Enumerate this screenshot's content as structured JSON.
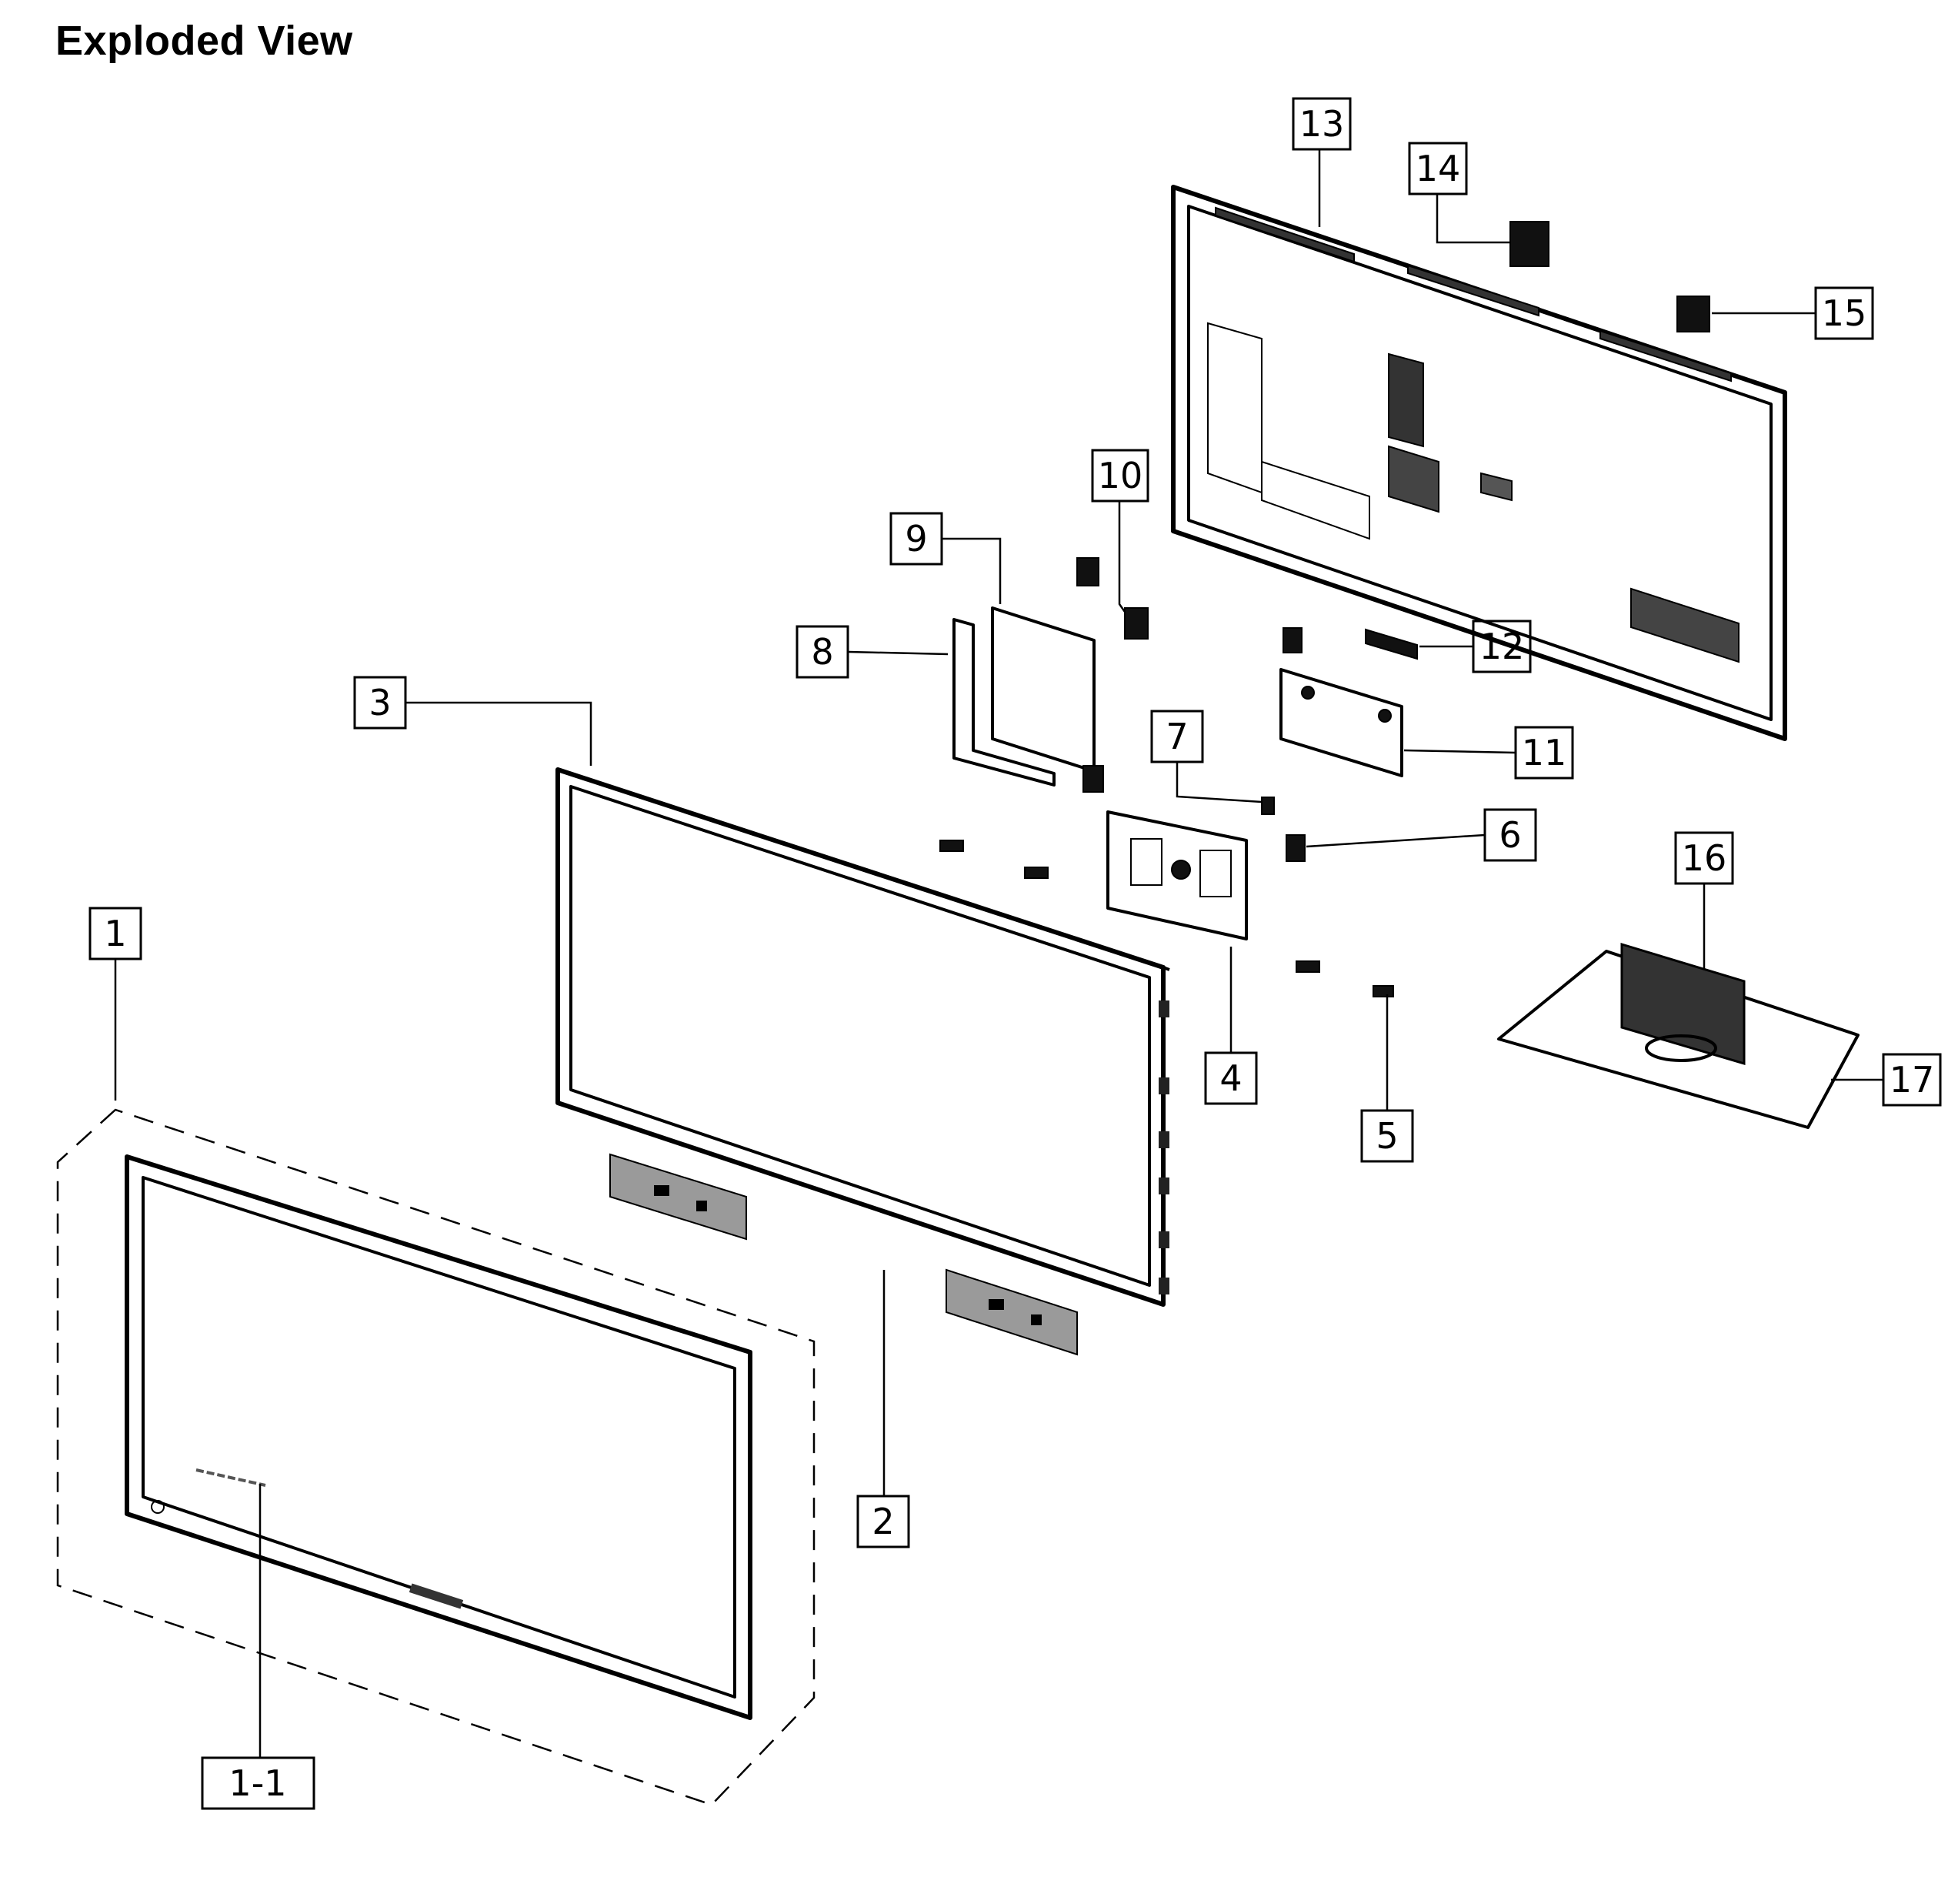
{
  "header": {
    "title": "Exploded View"
  },
  "callouts": [
    {
      "id": "c1",
      "label": "1"
    },
    {
      "id": "c1-1",
      "label": "1-1"
    },
    {
      "id": "c2",
      "label": "2"
    },
    {
      "id": "c3",
      "label": "3"
    },
    {
      "id": "c4",
      "label": "4"
    },
    {
      "id": "c5",
      "label": "5"
    },
    {
      "id": "c6",
      "label": "6"
    },
    {
      "id": "c7",
      "label": "7"
    },
    {
      "id": "c8",
      "label": "8"
    },
    {
      "id": "c9",
      "label": "9"
    },
    {
      "id": "c10",
      "label": "10"
    },
    {
      "id": "c11",
      "label": "11"
    },
    {
      "id": "c12",
      "label": "12"
    },
    {
      "id": "c13",
      "label": "13"
    },
    {
      "id": "c14",
      "label": "14"
    },
    {
      "id": "c15",
      "label": "15"
    },
    {
      "id": "c16",
      "label": "16"
    },
    {
      "id": "c17",
      "label": "17"
    }
  ]
}
